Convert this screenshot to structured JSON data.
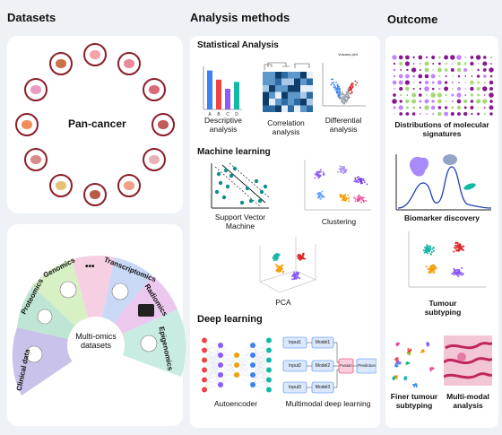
{
  "headings": {
    "datasets": "Datasets",
    "analysis": "Analysis methods",
    "outcome": "Outcome"
  },
  "pan_cancer": {
    "label": "Pan-cancer"
  },
  "multiomics": {
    "center": "Multi-omics\ndatasets",
    "ellipsis": "•••",
    "sectors": [
      "Clinical data",
      "Proteomics",
      "Genomics",
      "Transcriptomics",
      "Radiomics",
      "Epigenomics"
    ]
  },
  "statistical": {
    "title": "Statistical Analysis",
    "descriptive": "Descriptive\nanalysis",
    "correlation": "Correlation\nanalysis",
    "differential": "Differential\nanalysis",
    "volcano_title": "Volcano plot",
    "bar_categories": [
      "A",
      "B",
      "C",
      "D"
    ],
    "bar_values": [
      17,
      13,
      9,
      12
    ],
    "bar_colors": [
      "#3b82f6",
      "#ef4444",
      "#8b5cf6",
      "#14b8a6"
    ]
  },
  "machine_learning": {
    "title": "Machine learning",
    "svm": "Support Vector\nMachine",
    "clustering": "Clustering",
    "pca": "PCA"
  },
  "deep_learning": {
    "title": "Deep learning",
    "autoencoder": "Autoencoder",
    "multimodal": "Multimodal deep learning",
    "inputs": [
      "Input1",
      "Input2",
      "Input3"
    ],
    "models": [
      "Model1",
      "Model2",
      "Model3"
    ],
    "fusion": "Fusion",
    "prediction": "Prediction"
  },
  "outcome": {
    "signatures": "Distributions of molecular\nsignatures",
    "biomarker": "Biomarker discovery",
    "subtyping": "Tumour\nsubtyping",
    "finer": "Finer tumour\nsubtyping",
    "multimodal": "Multi-modal\nanalysis"
  },
  "colors": {
    "dark_red": "#8a1f2a",
    "teal": "#14b8a6",
    "purple": "#8b5cf6",
    "blue": "#3b82f6"
  }
}
